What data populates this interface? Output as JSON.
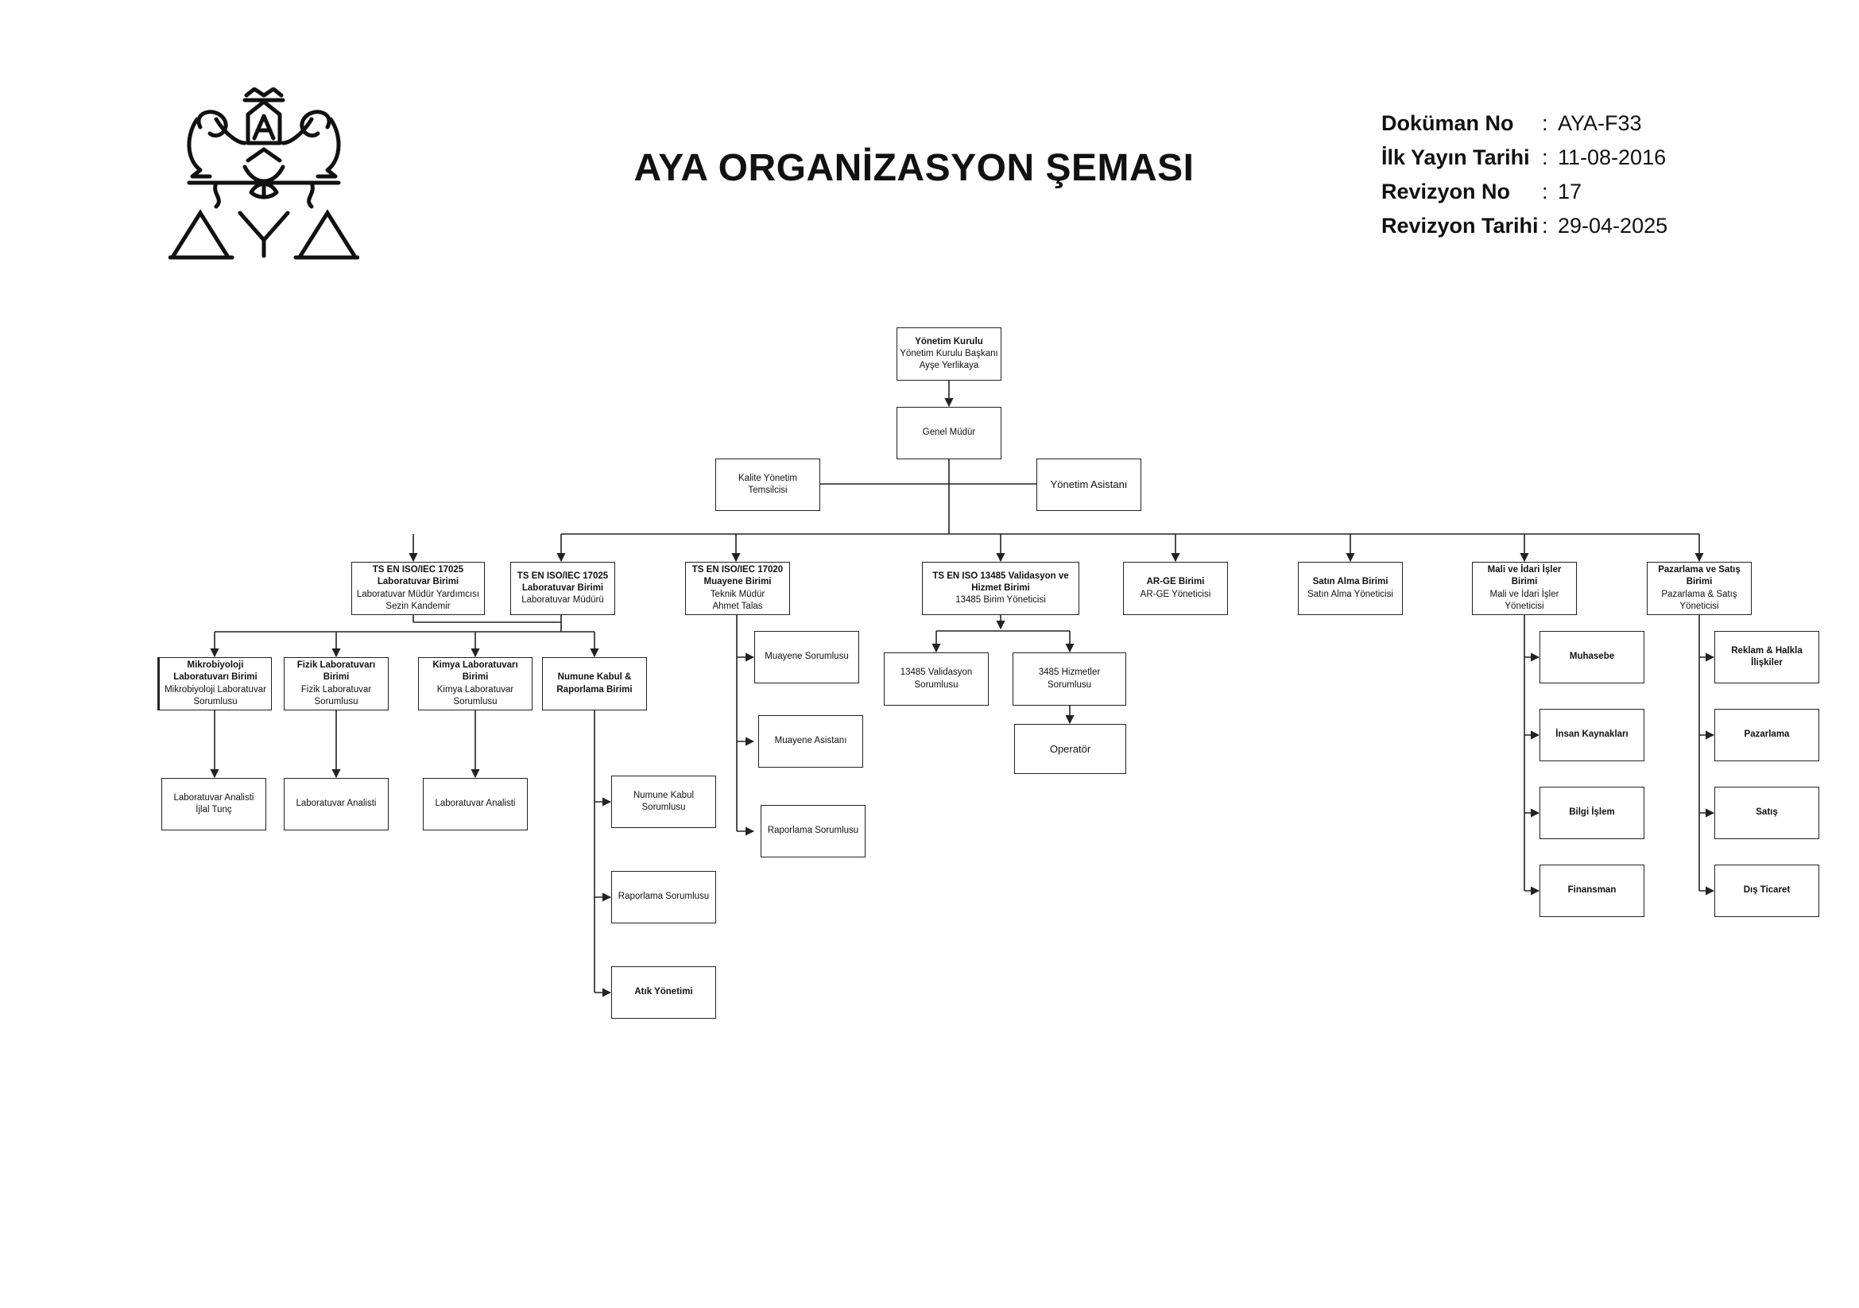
{
  "header": {
    "title": "AYA ORGANİZASYON ŞEMASI",
    "logo_text": "AYA",
    "meta": [
      {
        "label": "Doküman No",
        "value": "AYA-F33"
      },
      {
        "label": "İlk Yayın Tarihi",
        "value": "11-08-2016"
      },
      {
        "label": "Revizyon No",
        "value": "17"
      },
      {
        "label": "Revizyon Tarihi",
        "value": "29-04-2025"
      }
    ]
  },
  "nodes": {
    "yonetim_kurulu": {
      "title": "Yönetim Kurulu",
      "lines": [
        "Yönetim Kurulu Başkanı",
        "Ayşe Yerlikaya"
      ]
    },
    "genel_mudur": {
      "title": "",
      "lines": [
        "Genel Müdür"
      ]
    },
    "kalite": {
      "title": "",
      "lines": [
        "Kalite Yönetim",
        "Temsilcisi"
      ]
    },
    "asistan": {
      "title": "",
      "lines": [
        "Yönetim Asistanı"
      ]
    },
    "lab_myard": {
      "title": "TS EN ISO/IEC 17025 Laboratuvar Birimi",
      "lines": [
        "Laboratuvar Müdür Yardımcısı",
        "Sezin Kandemir"
      ]
    },
    "lab_mudur": {
      "title": "TS EN ISO/IEC 17025 Laboratuvar Birimi",
      "lines": [
        "Laboratuvar Müdürü"
      ]
    },
    "muayene": {
      "title": "TS EN ISO/IEC 17020 Muayene Birimi",
      "lines": [
        "Teknik Müdür",
        "Ahmet Talas"
      ]
    },
    "iso13485": {
      "title": "TS EN ISO 13485 Validasyon ve Hizmet Birimi",
      "lines": [
        "13485 Birim Yöneticisi"
      ]
    },
    "arge": {
      "title": "AR-GE Birimi",
      "lines": [
        "AR-GE Yöneticisi"
      ]
    },
    "satin_alma": {
      "title": "Satın Alma Birimi",
      "lines": [
        "Satın Alma Yöneticisi"
      ]
    },
    "mali": {
      "title": "Mali ve İdari İşler Birimi",
      "lines": [
        "Mali ve İdari İşler",
        "Yöneticisi"
      ]
    },
    "pazarlama": {
      "title": "Pazarlama ve Satış Birimi",
      "lines": [
        "Pazarlama & Satış",
        "Yöneticisi"
      ]
    },
    "mikro": {
      "title": "Mikrobiyoloji Laboratuvarı Birimi",
      "lines": [
        "Mikrobiyoloji Laboratuvar",
        "Sorumlusu"
      ]
    },
    "fizik": {
      "title": "Fizik Laboratuvarı Birimi",
      "lines": [
        "Fizik Laboratuvar",
        "Sorumlusu"
      ]
    },
    "kimya": {
      "title": "Kimya Laboratuvarı Birimi",
      "lines": [
        "Kimya Laboratuvar",
        "Sorumlusu"
      ]
    },
    "numune": {
      "title": "Numune Kabul & Raporlama Birimi",
      "lines": []
    },
    "analist_mikro": {
      "title": "",
      "lines": [
        "Laboratuvar Analisti",
        "İjlal Tunç"
      ]
    },
    "analist_fizik": {
      "title": "",
      "lines": [
        "Laboratuvar Analisti"
      ]
    },
    "analist_kimya": {
      "title": "",
      "lines": [
        "Laboratuvar Analisti"
      ]
    },
    "numune_kabul": {
      "title": "",
      "lines": [
        "Numune Kabul",
        "Sorumlusu"
      ]
    },
    "raporlama_sor": {
      "title": "",
      "lines": [
        "Raporlama Sorumlusu"
      ]
    },
    "atik": {
      "title": "Atık Yönetimi",
      "lines": []
    },
    "muayene_sor": {
      "title": "",
      "lines": [
        "Muayene Sorumlusu"
      ]
    },
    "muayene_asist": {
      "title": "",
      "lines": [
        "Muayene Asistanı"
      ]
    },
    "raporlama_sor2": {
      "title": "",
      "lines": [
        "Raporlama Sorumlusu"
      ]
    },
    "validasyon": {
      "title": "",
      "lines": [
        "13485 Validasyon",
        "Sorumlusu"
      ]
    },
    "hizmetler": {
      "title": "",
      "lines": [
        "3485 Hizmetler",
        "Sorumlusu"
      ]
    },
    "operator": {
      "title": "",
      "lines": [
        "Operatör"
      ]
    },
    "muhasebe": {
      "title": "Muhasebe",
      "lines": []
    },
    "insan": {
      "title": "İnsan Kaynakları",
      "lines": []
    },
    "bilgi": {
      "title": "Bilgi İşlem",
      "lines": []
    },
    "finansman": {
      "title": "Finansman",
      "lines": []
    },
    "reklam": {
      "title": "Reklam & Halkla İlişkiler",
      "lines": []
    },
    "pazarlama_alt": {
      "title": "Pazarlama",
      "lines": []
    },
    "satis": {
      "title": "Satış",
      "lines": []
    },
    "dis_ticaret": {
      "title": "Dış Ticaret",
      "lines": []
    }
  }
}
